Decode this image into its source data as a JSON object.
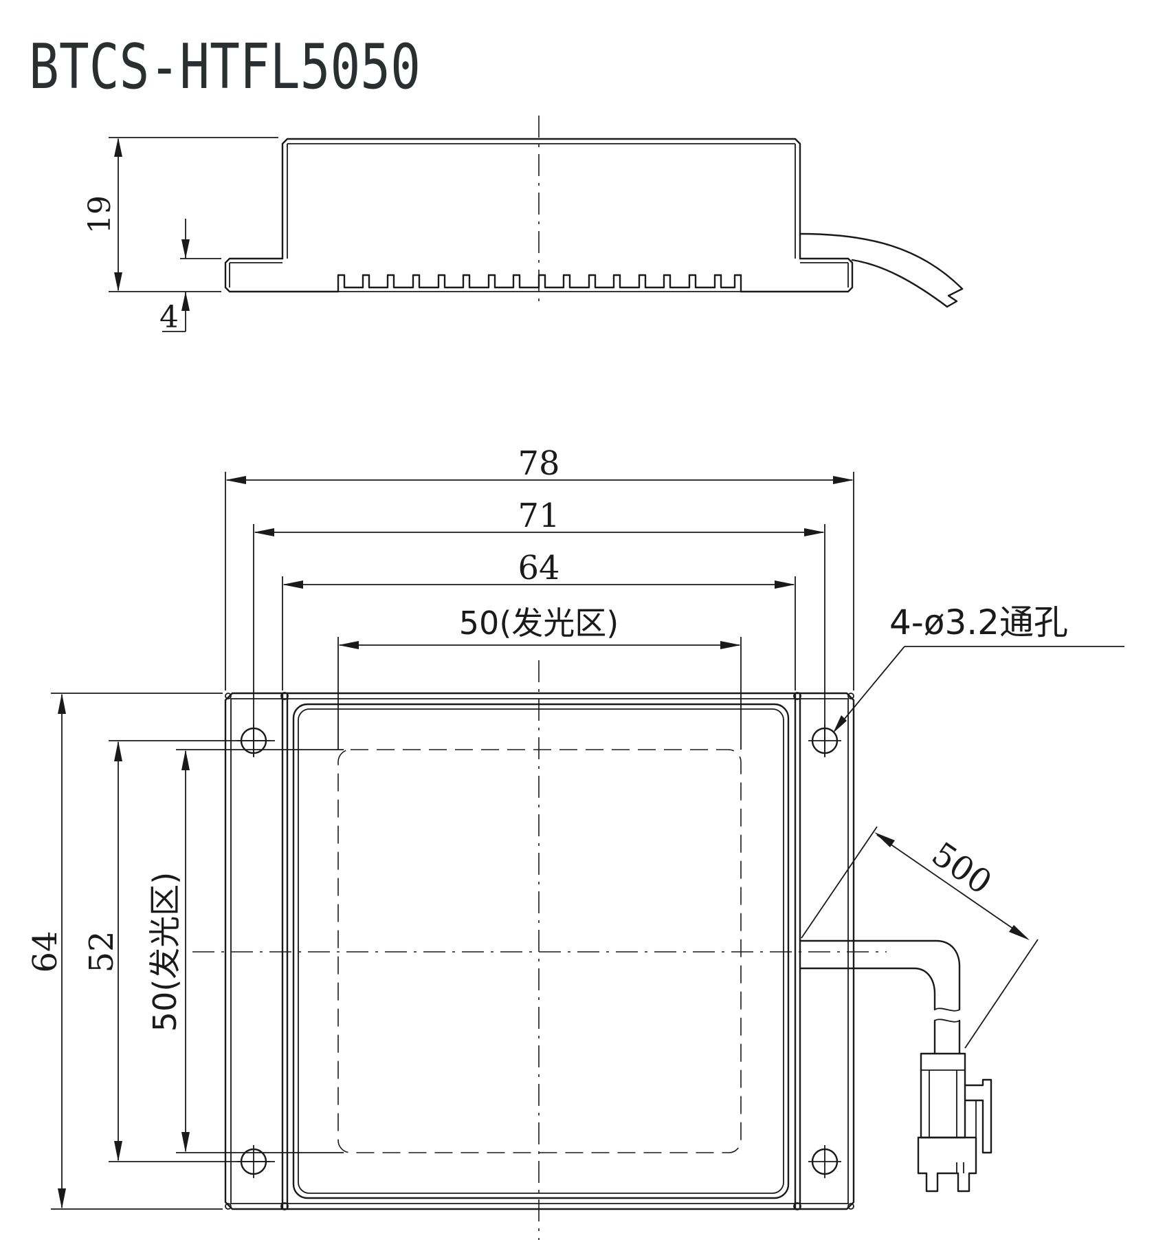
{
  "title": "BTCS-HTFL5050",
  "side_view": {
    "dim_height": "19",
    "dim_base": "4"
  },
  "top_view": {
    "dim_width_outer": "78",
    "dim_width_holes": "71",
    "dim_width_body": "64",
    "dim_width_emit": "50(发光区)",
    "hole_callout": "4-ø3.2通孔",
    "dim_height_outer": "64",
    "dim_height_holes": "52",
    "dim_height_emit": "50(发光区)",
    "dim_cable": "500"
  }
}
